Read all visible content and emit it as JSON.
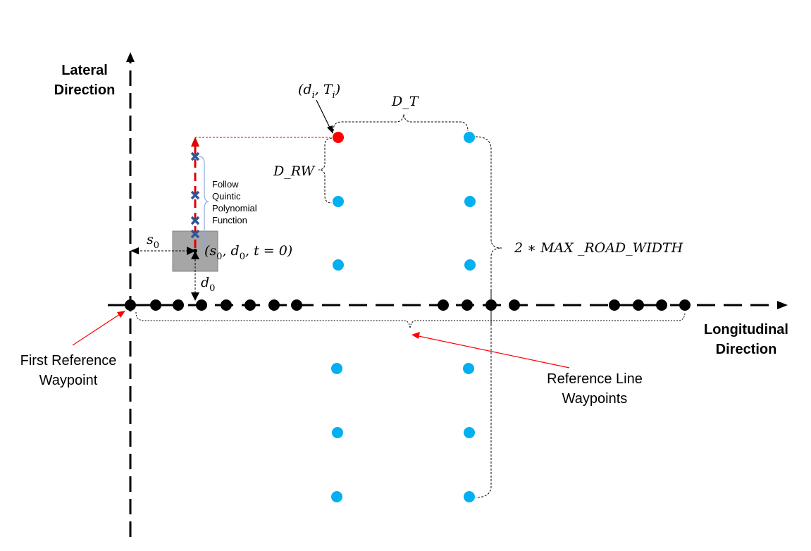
{
  "axes": {
    "lateral_title_line1": "Lateral",
    "lateral_title_line2": "Direction",
    "longitudinal_title_line1": "Longitudinal",
    "longitudinal_title_line2": "Direction"
  },
  "labels": {
    "first_ref_line1": "First Reference",
    "first_ref_line2": "Waypoint",
    "ref_line_line1": "Reference Line",
    "ref_line_line2": "Waypoints",
    "quintic_line1": "Follow",
    "quintic_line2": "Quintic",
    "quintic_line3": "Polynomial",
    "quintic_line4": "Function"
  },
  "math": {
    "target_point": "(d",
    "target_sub_i": "i",
    "target_mid": ", T",
    "target_sub_i2": "i",
    "target_close": ")",
    "d_t": "D_T",
    "d_rw": "D_RW",
    "max_road_width": "2 ∗ MAX _ROAD_WIDTH",
    "s0": "s",
    "s0_sub": "0",
    "d0": "d",
    "d0_sub": "0",
    "start_state_open": "(s",
    "start_state_sub1": "0",
    "start_state_mid": ", d",
    "start_state_sub2": "0",
    "start_state_close": ", t = 0)"
  },
  "colors": {
    "reference_waypoint": "#000000",
    "sampled_point": "#00B0F0",
    "selected_point": "#FF0000",
    "trajectory": "#E00000",
    "trajectory_marker": "#2F5597",
    "vehicle_box": "#A6A6A6",
    "brace_blue": "#8FAADC",
    "annotation_arrow": "#FF0000"
  },
  "icons": {
    "trajectory_marker": "cross-x-icon",
    "axis_arrow": "arrow-head-icon"
  }
}
